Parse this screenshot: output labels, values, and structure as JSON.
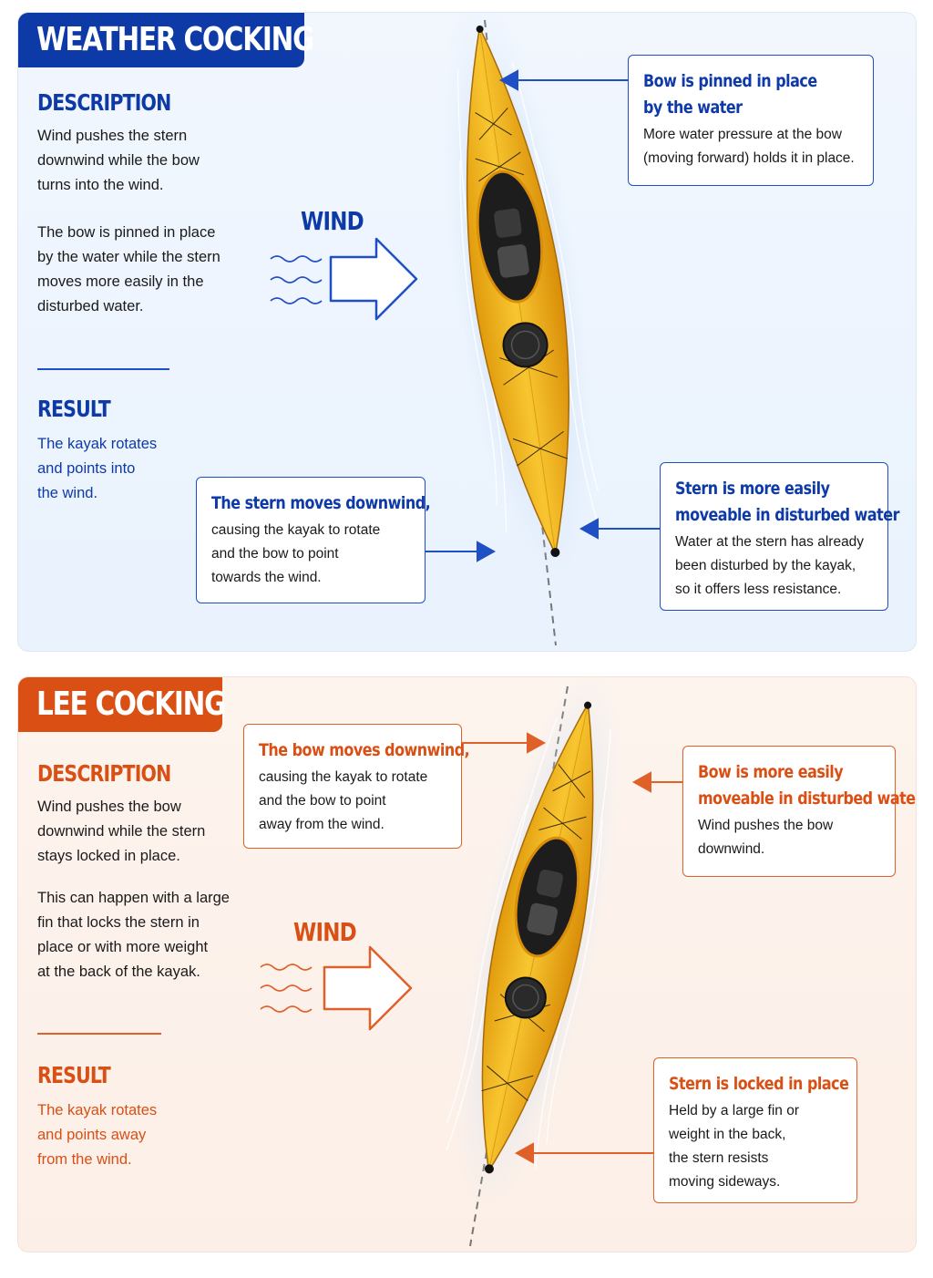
{
  "colors": {
    "blue": "#0e3aa8",
    "orange": "#d94f14",
    "kayak": "#f3b41c"
  },
  "weather": {
    "title": "WEATHER COCKING",
    "description_heading": "DESCRIPTION",
    "description_1": [
      "Wind pushes the stern",
      "downwind while the bow",
      "turns into the wind."
    ],
    "description_2": [
      "The bow is pinned in place",
      "by the water while the stern",
      "moves more easily in the",
      "disturbed water."
    ],
    "result_heading": "RESULT",
    "result_text": [
      "The kayak rotates",
      "and points into",
      "the wind."
    ],
    "wind_label": "WIND",
    "callout_bow": {
      "title": [
        "Bow is pinned in place",
        "by the water"
      ],
      "body": [
        "More water pressure at the bow",
        "(moving forward) holds it in place."
      ]
    },
    "callout_stern_moves": {
      "title": [
        "The stern moves downwind,"
      ],
      "body": [
        "causing the kayak to rotate",
        "and the bow to point",
        "towards the wind."
      ]
    },
    "callout_stern_easy": {
      "title": [
        "Stern is more easily",
        "moveable in disturbed water"
      ],
      "body": [
        "Water at the stern has already",
        "been disturbed by the kayak,",
        "so it offers less resistance."
      ]
    }
  },
  "lee": {
    "title": "LEE COCKING",
    "description_heading": "DESCRIPTION",
    "description_1": [
      "Wind pushes the bow",
      "downwind while the stern",
      "stays locked in place."
    ],
    "description_2": [
      "This can happen with a large",
      "fin that locks the stern in",
      "place or with more weight",
      "at the back of the kayak."
    ],
    "result_heading": "RESULT",
    "result_text": [
      "The kayak rotates",
      "and points away",
      "from the wind."
    ],
    "wind_label": "WIND",
    "callout_bow_moves": {
      "title": [
        "The bow moves downwind,"
      ],
      "body": [
        "causing the kayak to rotate",
        "and the bow to point",
        "away from the wind."
      ]
    },
    "callout_bow_easy": {
      "title": [
        "Bow is more easily",
        "moveable in disturbed water"
      ],
      "body": [
        "Wind pushes the bow",
        "downwind."
      ]
    },
    "callout_stern_locked": {
      "title": [
        "Stern is locked in place"
      ],
      "body": [
        "Held by a large fin or",
        "weight in the back,",
        "the stern resists",
        "moving sideways."
      ]
    }
  }
}
